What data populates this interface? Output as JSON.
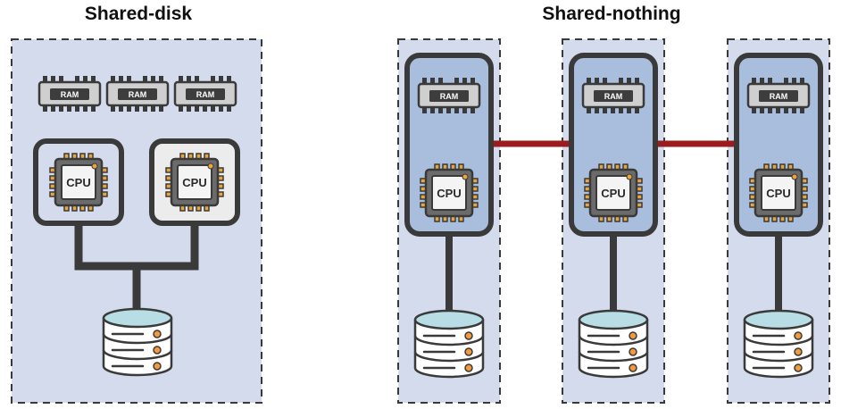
{
  "titles": {
    "shared_disk": "Shared-disk",
    "shared_nothing": "Shared-nothing"
  },
  "labels": {
    "ram": "RAM",
    "cpu": "CPU"
  },
  "colors": {
    "panel_fill": "#d3dbec",
    "node_fill": "#a9bddd",
    "outline": "#3a3a3a",
    "interconnect": "#9b1b1f",
    "cpu_frame_fill": "#ececec",
    "chip_die": "#6b6b6b",
    "chip_label": "#ffffff",
    "pin_gold": "#e9a73a",
    "disk_top": "#b9dde5",
    "disk_body": "#ffffff",
    "disk_led": "#f29a3c"
  },
  "icons": [
    "ram-module-icon",
    "cpu-chip-icon",
    "database-disk-icon"
  ]
}
